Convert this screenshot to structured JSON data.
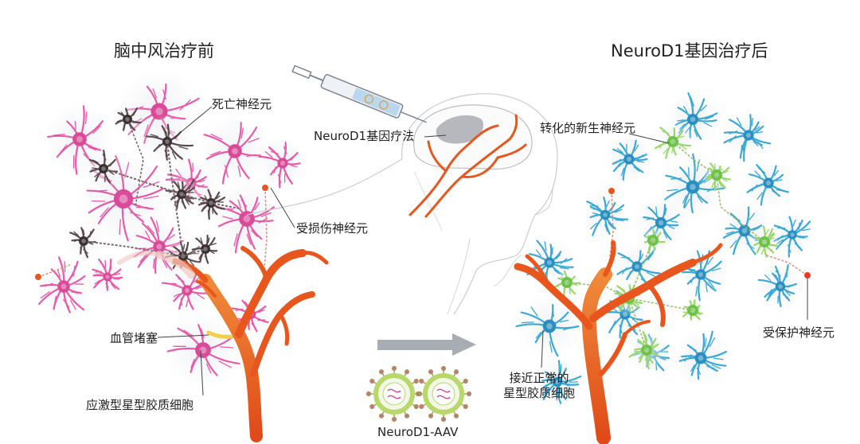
{
  "left_panel": {
    "title": "脑中风治疗前"
  },
  "right_panel": {
    "title": "NeuroD1基因治疗后"
  },
  "labels": {
    "dead_neuron": "死亡神经元",
    "injured_neuron": "受损伤神经元",
    "vessel_blockage": "血管堵塞",
    "reactive_astrocyte": "应激型星型胶质细胞",
    "therapy": "NeuroD1基因疗法",
    "converted_neuron": "转化的新生神经元",
    "protected_neuron": "受保护神经元",
    "near_normal_astrocyte_line1": "接近正常的",
    "near_normal_astrocyte_line2": "星型胶质细胞",
    "virus": "NeuroD1-AAV"
  },
  "colors": {
    "reactive_astrocyte": "#e85aa8",
    "dead_neuron": "#5a4a4c",
    "blood_vessel": "#e8561e",
    "normal_astrocyte": "#3aa9d6",
    "new_neuron": "#9bd86a",
    "arrow": "#a8adb3",
    "virus_capsid": "#b8d86a"
  },
  "icons": [
    "syringe-icon",
    "brain-head-icon",
    "arrow-right-icon",
    "virus-particle-icon"
  ]
}
